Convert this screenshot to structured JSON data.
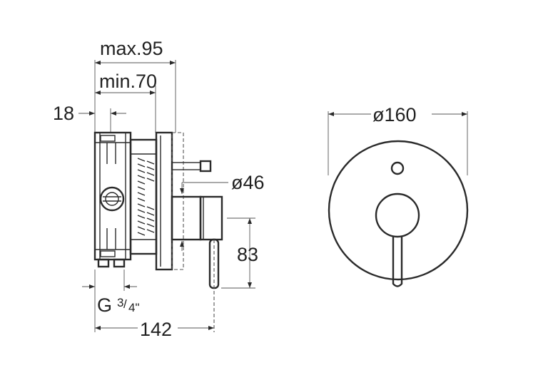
{
  "dimensions": {
    "max_depth": "max.95",
    "min_depth": "min.70",
    "wall_offset": "18",
    "spout_diameter": "ø46",
    "handle_height": "83",
    "thread_g": "G",
    "thread_frac_num": "3",
    "thread_frac_den": "4\"",
    "overall_depth": "142",
    "plate_diameter": "ø160"
  },
  "colors": {
    "line": "#2a2a2a",
    "background": "#ffffff"
  }
}
